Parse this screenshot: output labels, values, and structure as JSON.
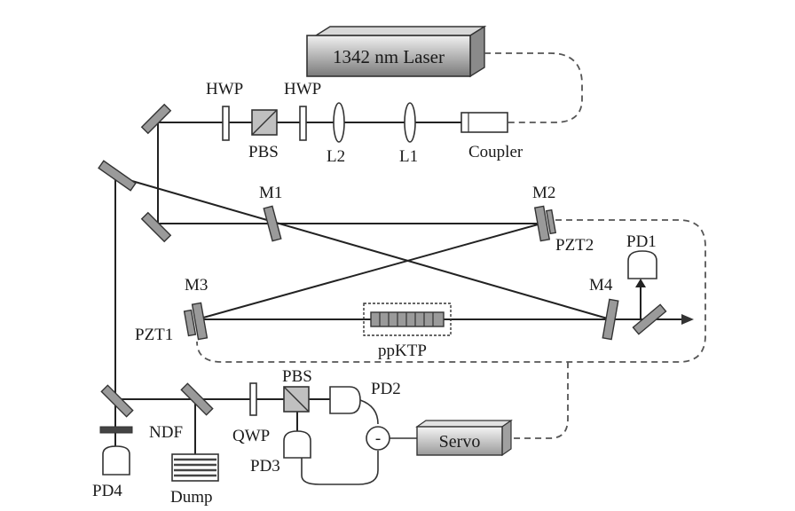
{
  "labels": {
    "laser": "1342 nm Laser",
    "coupler": "Coupler",
    "hwp1": "HWP",
    "hwp2": "HWP",
    "pbs_top": "PBS",
    "l2": "L2",
    "l1": "L1",
    "m1": "M1",
    "m2": "M2",
    "m3": "M3",
    "m4": "M4",
    "pzt1": "PZT1",
    "pzt2": "PZT2",
    "pd1": "PD1",
    "pd2": "PD2",
    "pd3": "PD3",
    "pd4": "PD4",
    "ppktp": "ppKTP",
    "pbs_bottom": "PBS",
    "qwp": "QWP",
    "ndf": "NDF",
    "dump": "Dump",
    "servo": "Servo",
    "minus": "-"
  }
}
